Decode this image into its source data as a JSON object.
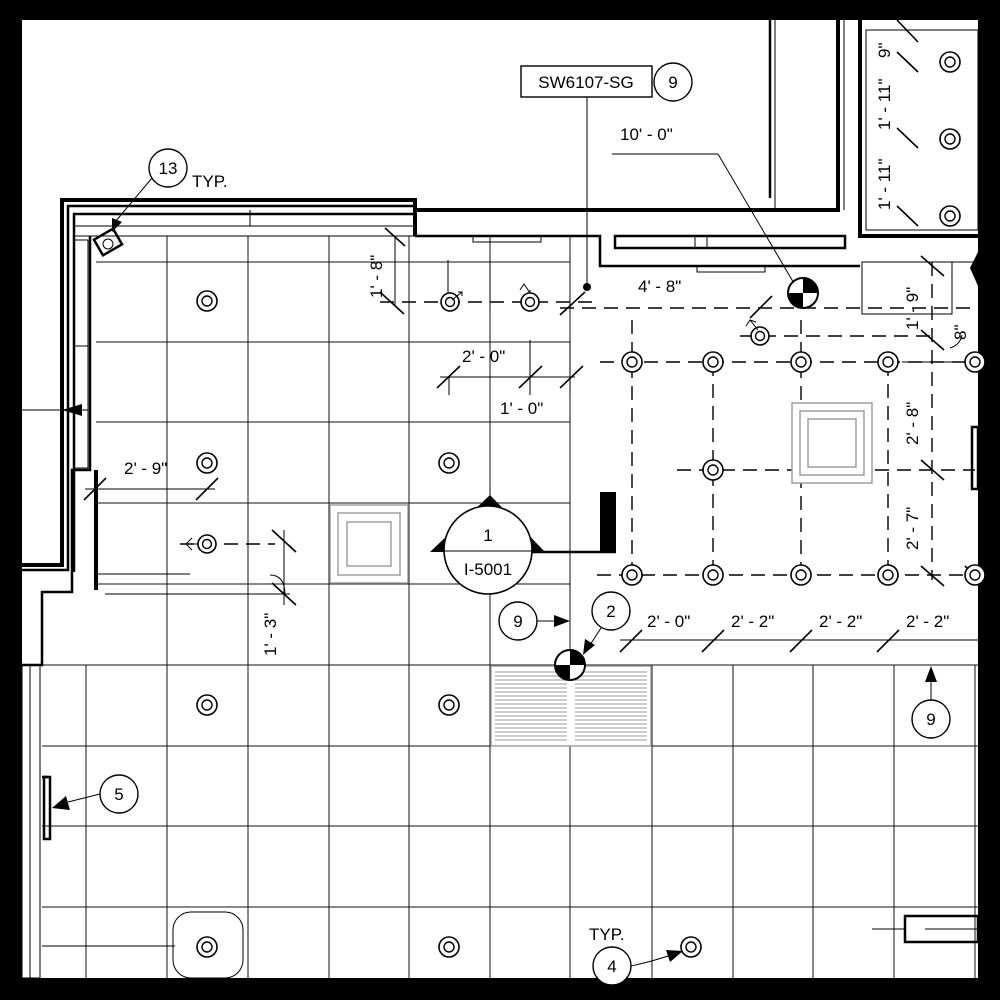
{
  "tags": {
    "paint_code": "SW6107-SG",
    "note_9": "9",
    "note_13": "13",
    "typ": "TYP.",
    "note_2": "2",
    "note_5": "5",
    "note_4": "4",
    "section_number": "1",
    "section_sheet": "I-5001"
  },
  "dimensions": {
    "d_10_0": "10' - 0\"",
    "d_4_8": "4' - 8\"",
    "d_1_8": "1' - 8\"",
    "d_2_0": "2' - 0\"",
    "d_1_0": "1' - 0\"",
    "d_2_9": "2' - 9\"",
    "d_1_3": "1' - 3\"",
    "d_9": "9\"",
    "d_1_11a": "1' - 11\"",
    "d_1_11b": "1' - 11\"",
    "d_1_9": "1' - 9\"",
    "d_8": "8\"",
    "d_2_8": "2' - 8\"",
    "d_2_7": "2' - 7\"",
    "d_2_0b": "2' - 0\"",
    "d_2_2a": "2' - 2\"",
    "d_2_2b": "2' - 2\"",
    "d_2_2c": "2' - 2\""
  }
}
